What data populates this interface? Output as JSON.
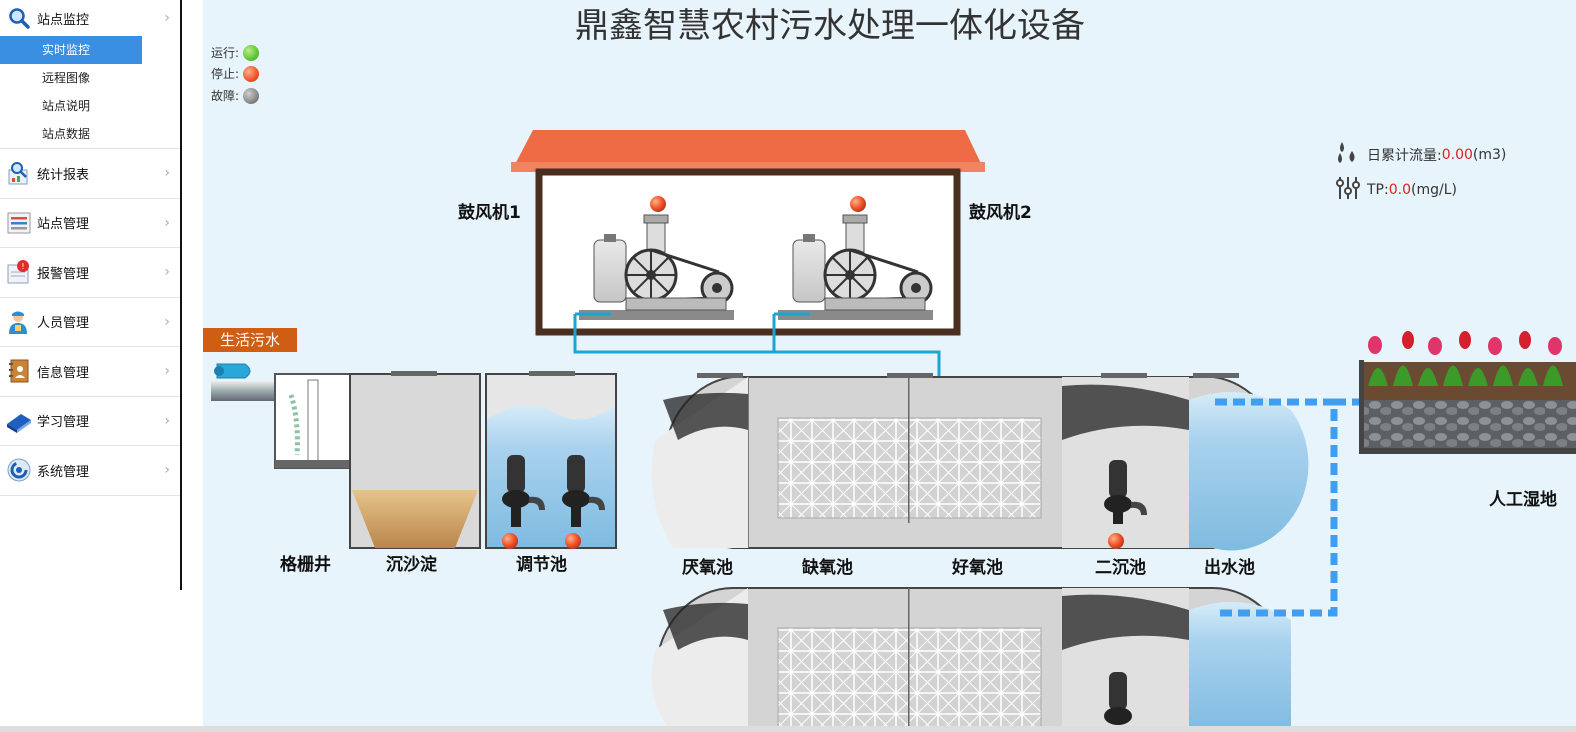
{
  "sidebar": {
    "groups": [
      {
        "label": "站点监控",
        "icon": "search-icon",
        "subs": [
          "实时监控",
          "远程图像",
          "站点说明",
          "站点数据"
        ]
      },
      {
        "label": "统计报表",
        "icon": "report-icon"
      },
      {
        "label": "站点管理",
        "icon": "list-icon"
      },
      {
        "label": "报警管理",
        "icon": "alarm-icon"
      },
      {
        "label": "人员管理",
        "icon": "person-icon"
      },
      {
        "label": "信息管理",
        "icon": "book-icon"
      },
      {
        "label": "学习管理",
        "icon": "study-book-icon"
      },
      {
        "label": "系统管理",
        "icon": "system-icon"
      }
    ],
    "active_sub": "实时监控"
  },
  "page": {
    "title": "鼎鑫智慧农村污水处理一体化设备"
  },
  "legend": [
    {
      "label": "运行:",
      "color": "#5cc531"
    },
    {
      "label": "停止:",
      "color": "#f0522a"
    },
    {
      "label": "故障:",
      "color": "#888888"
    }
  ],
  "metrics": {
    "flow": {
      "label": "日累计流量:",
      "value": "0.00",
      "unit": "(m3)"
    },
    "tp": {
      "label": "TP:",
      "value": "0.0",
      "unit": "(mg/L)"
    }
  },
  "labels": {
    "blower1": "鼓风机1",
    "blower2": "鼓风机2",
    "inflow": "生活污水",
    "grille": "格栅井",
    "sand": "沉沙淀",
    "regulating": "调节池",
    "anaerobic": "厌氧池",
    "anoxic": "缺氧池",
    "aerobic": "好氧池",
    "secondary": "二沉池",
    "outlet": "出水池",
    "wetland": "人工湿地"
  },
  "colors": {
    "accent": "#3b8fe3",
    "roof": "#ef6b46",
    "stop": "#f0522a",
    "run": "#5cc531",
    "fault": "#888888",
    "water": "#a9d2ee",
    "pipe": "#1aa6cf",
    "outflow": "#3f9ef0"
  }
}
